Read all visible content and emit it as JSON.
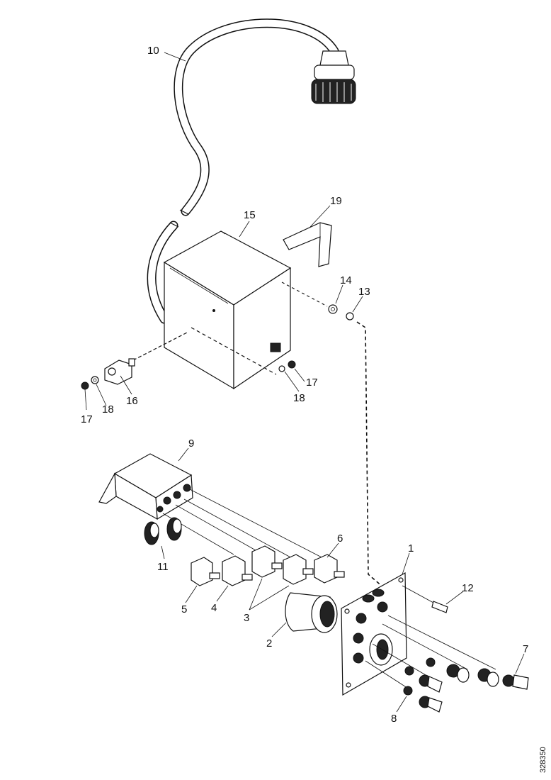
{
  "callouts": {
    "c1": "1",
    "c2": "2",
    "c3": "3",
    "c4": "4",
    "c5": "5",
    "c6": "6",
    "c7": "7",
    "c8": "8",
    "c9": "9",
    "c10": "10",
    "c11": "11",
    "c12": "12",
    "c13": "13",
    "c14": "14",
    "c15": "15",
    "c16": "16",
    "c17a": "17",
    "c17b": "17",
    "c18a": "18",
    "c18b": "18",
    "c19": "19"
  },
  "figure_ref": "328350"
}
